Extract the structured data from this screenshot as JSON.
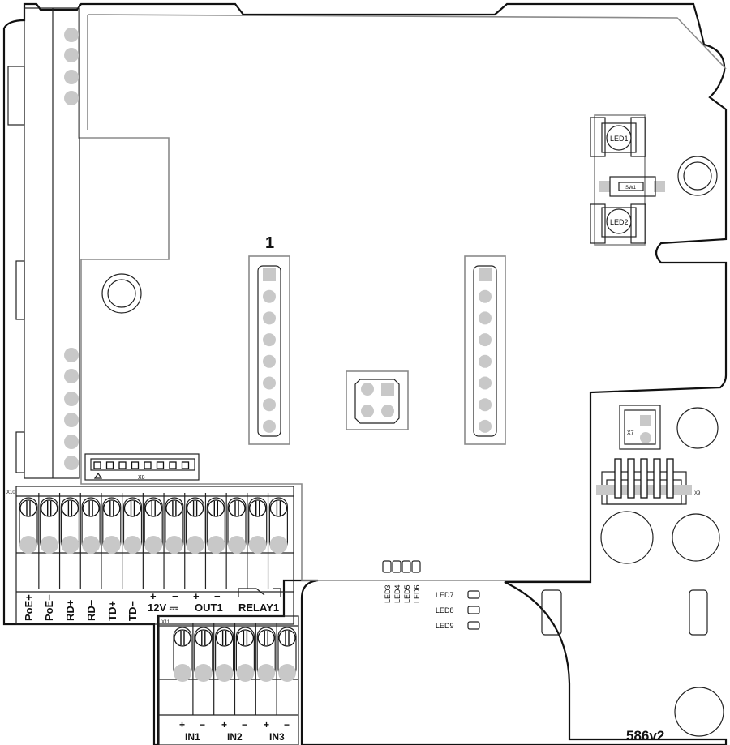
{
  "board": {
    "revision": "586v2",
    "pin1_marker": "1"
  },
  "terminal_block_x10": {
    "id": "X10",
    "labels": [
      "PoE+",
      "PoE−",
      "RD+",
      "RD−",
      "TD+",
      "TD−"
    ],
    "power_label": "12V ⎓",
    "power_signs": [
      "+",
      "−"
    ],
    "out_label": "OUT1",
    "out_signs": [
      "+",
      "−"
    ],
    "relay_label": "RELAY1"
  },
  "terminal_block_x11": {
    "id": "X11",
    "groups": [
      "IN1",
      "IN2",
      "IN3"
    ],
    "signs": [
      "+",
      "−"
    ]
  },
  "connector_x8": {
    "id": "X8"
  },
  "connector_x7": {
    "id": "X7"
  },
  "connector_x9": {
    "id": "X9"
  },
  "switch": {
    "id": "SW1"
  },
  "leds": {
    "top": [
      "LED1",
      "LED2"
    ],
    "vertical": [
      "LED3",
      "LED4",
      "LED5",
      "LED6"
    ],
    "side": [
      "LED7",
      "LED8",
      "LED9"
    ]
  }
}
